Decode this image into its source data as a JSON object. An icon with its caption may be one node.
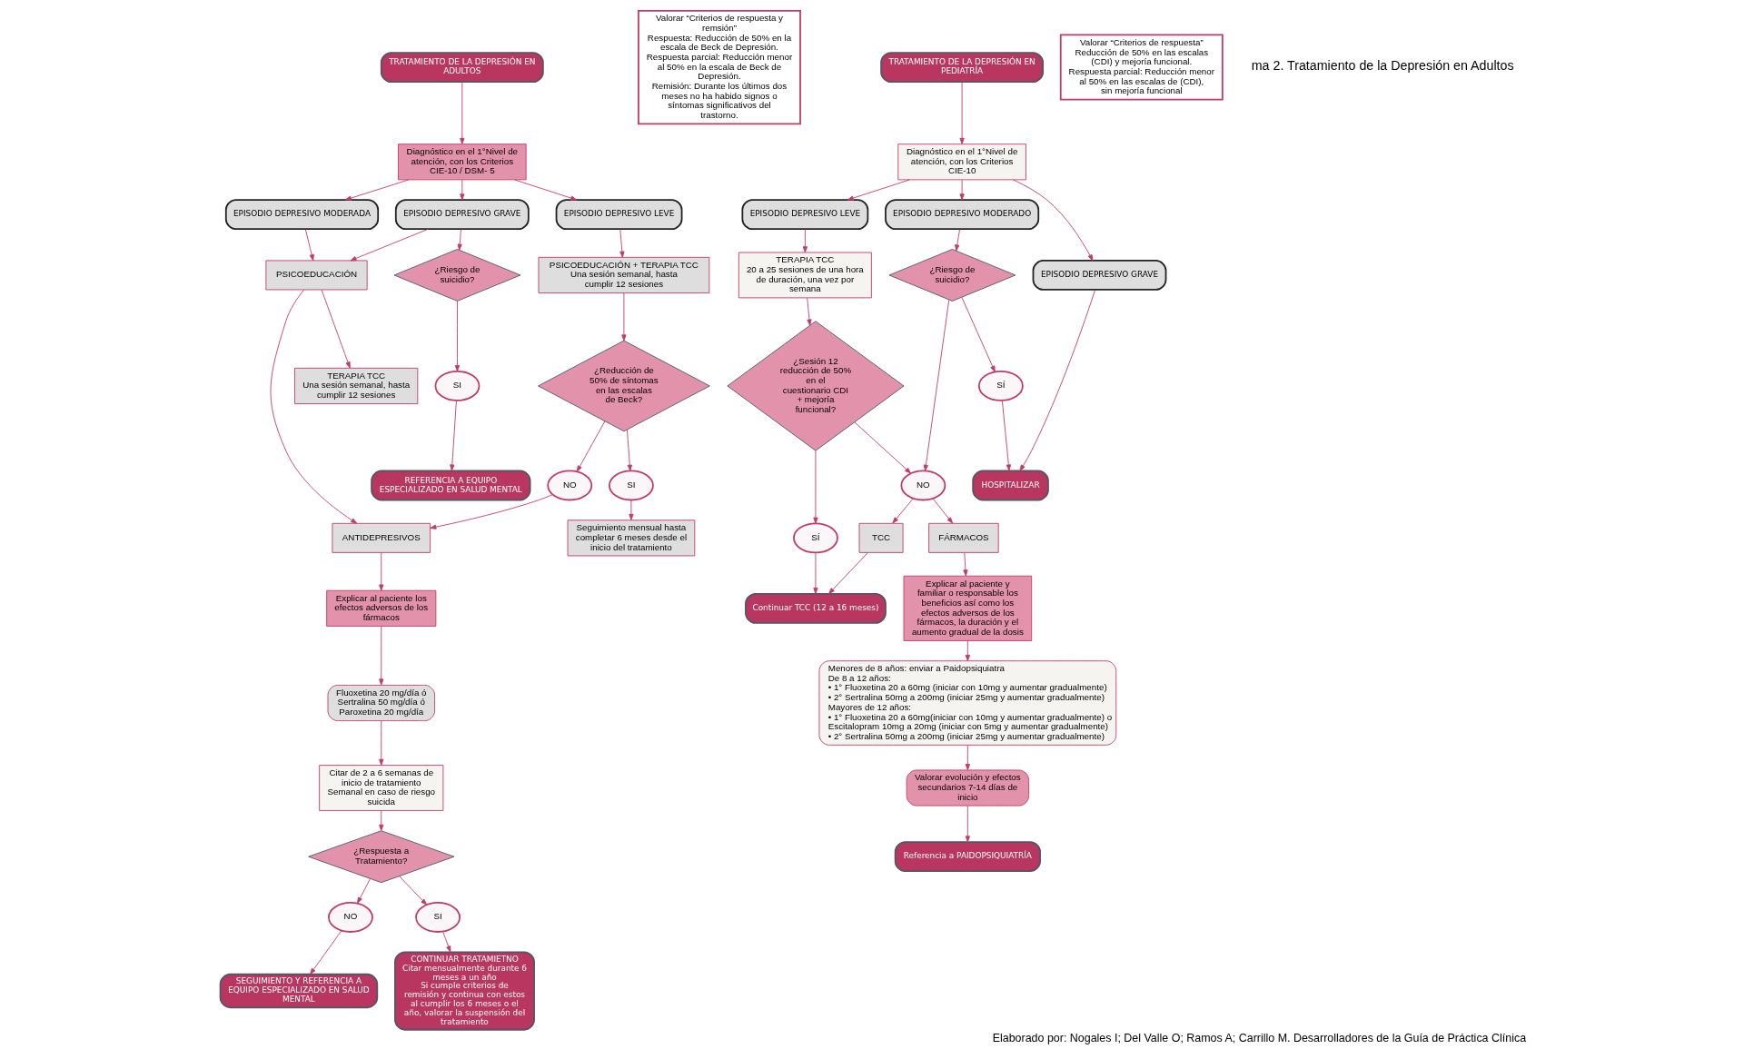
{
  "diagram": {
    "caption": "Elaborado por: Nogales I; Del Valle O; Ramos A; Carrillo M. Desarrolladores de la Guía de Práctica Clínica",
    "nodes": [
      {
        "text": [
          "TRATAMIENTO DE LA DEPRESIÓN EN ADULTOS"
        ]
      },
      {
        "text": [
          "Diagnóstico en el 1°Nivel de atención, con los Criterios CIE-10 / DSM- 5"
        ]
      },
      {
        "text": [
          "EPISODIO DEPRESIVO LEVE"
        ]
      },
      {
        "text": [
          "EPISODIO DEPRESIVO MODERADA"
        ]
      },
      {
        "text": [
          "EPISODIO DEPRESIVO GRAVE"
        ]
      },
      {
        "text": [
          "PSICOEDUCACIÓN + TERAPIA TCC",
          "Una sesión semanal, hasta cumplir 12 sesiones"
        ]
      },
      {
        "text": [
          "PSICOEDUCACIÓN"
        ]
      },
      {
        "text": [
          "TERAPIA TCC",
          "Una sesión semanal, hasta cumplir 12 sesiones"
        ]
      },
      {
        "text": [
          "¿Riesgo de suicidio?"
        ]
      },
      {
        "text": [
          "¿Reducción de 50% de síntomas en las escalas de Beck?"
        ]
      },
      {
        "text": [
          "NO"
        ]
      },
      {
        "text": [
          "ANTIDEPRESIVOS"
        ]
      },
      {
        "text": [
          "SI"
        ]
      },
      {
        "text": [
          "SI"
        ]
      },
      {
        "text": [
          "Explicar al paciente los efectos adversos de los fármacos"
        ]
      },
      {
        "text": [
          "Seguimiento mensual hasta completar 6 meses desde el inicio del tratamiento"
        ]
      },
      {
        "text": [
          "Fluoxetina 20 mg/día ó Sertralina 50 mg/día ó Paroxetina 20 mg/día"
        ]
      },
      {
        "text": [
          "REFERENCIA A EQUIPO ESPECIALIZADO EN SALUD MENTAL"
        ]
      },
      {
        "text": [
          "Citar de 2 a 6 semanas de inicio de tratamiento",
          "Semanal en caso de riesgo suicida"
        ]
      },
      {
        "text": [
          "Valorar “Criterios de respuesta y remsión”",
          "Respuesta: Reducción de 50% en la escala de Beck de Depresión.",
          "Respuesta parcial: Reducción menor al 50% en la escala de Beck de Depresión.",
          "Remisión: Durante los últimos dos meses no ha habido signos o síntomas significativos del trastorno."
        ]
      },
      {
        "text": [
          "¿Respuesta a Tratamiento?"
        ]
      },
      {
        "text": [
          "NO"
        ]
      },
      {
        "text": [
          "SI"
        ]
      },
      {
        "text": [
          "SEGUIMIENTO Y REFERENCIA A EQUIPO ESPECIALIZADO EN SALUD MENTAL"
        ]
      },
      {
        "text": [
          "CONTINUAR TRATAMIETNO",
          "Citar mensualmente durante 6 meses a un año",
          "Si cumple criterios de remisión y continua con estos al cumplir los 6 meses o el año, valorar la suspensión del tratamiento"
        ]
      },
      {
        "text": [
          "TRATAMIENTO DE LA DEPRESIÓN EN PEDIATRÍA"
        ]
      },
      {
        "text": [
          "Diagnóstico en el 1°Nivel de atención, con los Criterios CIE-10"
        ]
      },
      {
        "text": [
          "EPISODIO DEPRESIVO LEVE"
        ]
      },
      {
        "text": [
          "EPISODIO DEPRESIVO MODERADO"
        ]
      },
      {
        "text": [
          "EPISODIO DEPRESIVO GRAVE"
        ]
      },
      {
        "text": [
          "TERAPIA TCC",
          "20 a 25 sesiones de una hora de duración, una vez por semana"
        ]
      },
      {
        "text": [
          "¿Riesgo de suicidio?"
        ]
      },
      {
        "text": [
          "¿Sesión 12 reducción de 50% en el cuestionario CDI + mejoría funcional?"
        ]
      },
      {
        "text": [
          "NO"
        ]
      },
      {
        "text": [
          "SÍ"
        ]
      },
      {
        "text": [
          "SÍ"
        ]
      },
      {
        "text": [
          "TCC"
        ]
      },
      {
        "text": [
          "FÁRMACOS"
        ]
      },
      {
        "text": [
          "HOSPITALIZAR"
        ]
      },
      {
        "text": [
          "Continuar TCC (12 a 16 meses)"
        ]
      },
      {
        "text": [
          "Explicar al paciente y familiar o responsable los beneficios así como los efectos adversos de los fármacos, la duración y el aumento gradual de la dosis"
        ]
      },
      {
        "text": [
          "Menores de 8 años: enviar a Paidopsiquiatra",
          "De 8 a 12 años:",
          "• 1° Fluoxetina 20 a 60mg (iniciar con 10mg y aumentar gradualmente)",
          "• 2° Sertralina 50mg a 200mg (iniciar 25mg y aumentar gradualmente)",
          "Mayores de 12 años:",
          "• 1° Fluoxetina 20 a 60mg(iniciar con 10mg y aumentar gradualmente) o Escitalopram 10mg a 20mg (iniciar con 5mg y aumentar gradualmente)",
          "• 2° Sertralina 50mg a 200mg (iniciar 25mg y aumentar gradualmente)"
        ]
      },
      {
        "text": [
          "Valorar “Criterios de respuesta”",
          "Reducción de 50% en las escalas (CDI) y mejoría funcional.",
          "Respuesta parcial: Reducción menor al 50% en las escalas de (CDI), sin mejoría funcional"
        ]
      },
      {
        "text": [
          "Valorar evolución y efectos secundarios 7-14 días de inicio"
        ]
      },
      {
        "text": [
          "Referencia a PAIDOPSIQUIATRÍA"
        ]
      }
    ],
    "edges": [
      {
        "from": 0,
        "to": 1,
        "arrow": "to"
      },
      {
        "from": 1,
        "to": 2,
        "arrow": "to"
      },
      {
        "from": 1,
        "to": 3,
        "arrow": "to"
      },
      {
        "from": 1,
        "to": 4,
        "arrow": "to"
      },
      {
        "from": 2,
        "to": 5,
        "arrow": "to"
      },
      {
        "from": 3,
        "to": 6,
        "arrow": "to"
      },
      {
        "from": 4,
        "to": 6,
        "arrow": "to"
      },
      {
        "from": 6,
        "to": 7,
        "arrow": "to"
      },
      {
        "from": 6,
        "to": 11,
        "arrow": "to"
      },
      {
        "from": 4,
        "to": 8,
        "arrow": "to"
      },
      {
        "from": 5,
        "to": 9,
        "arrow": "to"
      },
      {
        "from": 9,
        "to": 10,
        "arrow": "to"
      },
      {
        "from": 10,
        "to": 11,
        "arrow": "to"
      },
      {
        "from": 8,
        "to": 12,
        "arrow": "to"
      },
      {
        "from": 9,
        "to": 13,
        "arrow": "to"
      },
      {
        "from": 11,
        "to": 14,
        "arrow": "to"
      },
      {
        "from": 13,
        "to": 15,
        "arrow": "to"
      },
      {
        "from": 14,
        "to": 16,
        "arrow": "to"
      },
      {
        "from": 12,
        "to": 17,
        "arrow": "to"
      },
      {
        "from": 16,
        "to": 18,
        "arrow": "to"
      },
      {
        "from": 18,
        "to": 20,
        "arrow": "to"
      },
      {
        "from": 20,
        "to": 21,
        "arrow": "to"
      },
      {
        "from": 20,
        "to": 22,
        "arrow": "to"
      },
      {
        "from": 21,
        "to": 23,
        "arrow": "to"
      },
      {
        "from": 22,
        "to": 24,
        "arrow": "to"
      },
      {
        "from": 25,
        "to": 26,
        "arrow": "to"
      },
      {
        "from": 26,
        "to": 27,
        "arrow": "to"
      },
      {
        "from": 26,
        "to": 28,
        "arrow": "to"
      },
      {
        "from": 26,
        "to": 29,
        "arrow": "to"
      },
      {
        "from": 27,
        "to": 30,
        "arrow": "to"
      },
      {
        "from": 28,
        "to": 31,
        "arrow": "to"
      },
      {
        "from": 30,
        "to": 32,
        "arrow": "to"
      },
      {
        "from": 31,
        "to": 33,
        "arrow": "to"
      },
      {
        "from": 31,
        "to": 34,
        "arrow": "to"
      },
      {
        "from": 32,
        "to": 33,
        "arrow": "to"
      },
      {
        "from": 32,
        "to": 35,
        "arrow": "to"
      },
      {
        "from": 33,
        "to": 36,
        "arrow": "to"
      },
      {
        "from": 33,
        "to": 37,
        "arrow": "to"
      },
      {
        "from": 29,
        "to": 38,
        "arrow": "to"
      },
      {
        "from": 34,
        "to": 38,
        "arrow": "to"
      },
      {
        "from": 35,
        "to": 39,
        "arrow": "to"
      },
      {
        "from": 36,
        "to": 39,
        "arrow": "to"
      },
      {
        "from": 37,
        "to": 40,
        "arrow": "to"
      },
      {
        "from": 40,
        "to": 41,
        "arrow": "to"
      },
      {
        "from": 41,
        "to": 43,
        "arrow": "to"
      },
      {
        "from": 43,
        "to": 44,
        "arrow": "to"
      }
    ],
    "labels": [
      "ma 2. Tratamiento de la Depresión en Adultos"
    ]
  }
}
